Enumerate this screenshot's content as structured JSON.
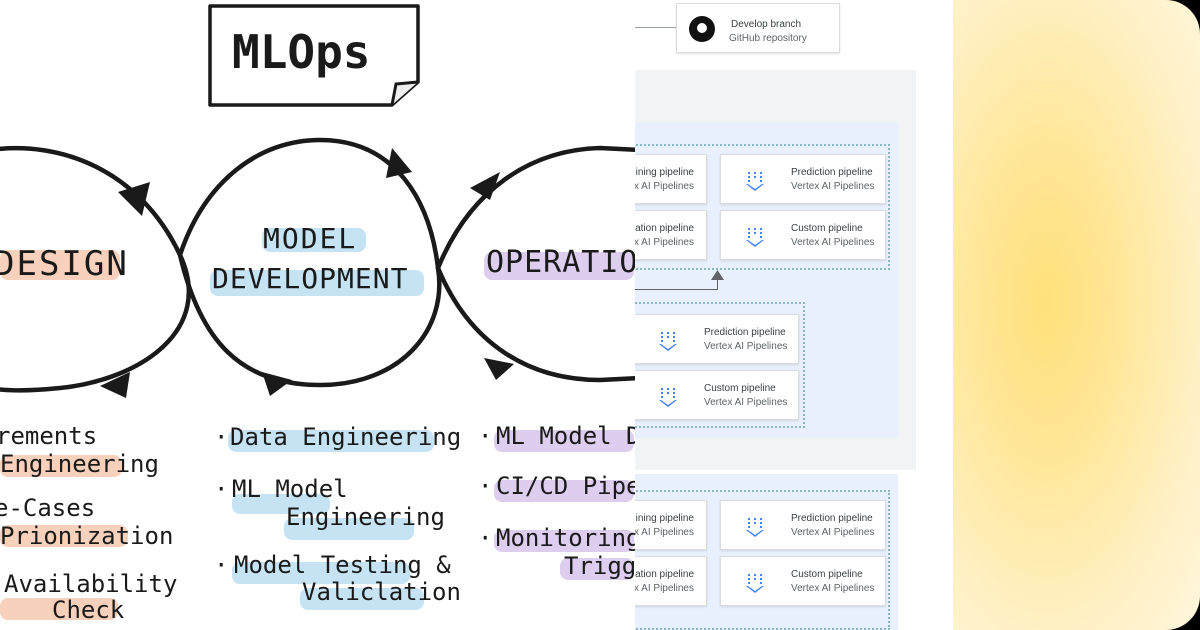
{
  "sketch": {
    "title": "MLOps",
    "stages": [
      {
        "label": "DESIGN",
        "color": "#f2b08f"
      },
      {
        "label_line1": "MODEL",
        "label_line2": "DEVELOPMENT",
        "color": "#a9d6ef"
      },
      {
        "label": "OPERATION",
        "color": "#c9b3e4"
      }
    ],
    "design_items": [
      "rements",
      "Engineering",
      "e-Cases",
      "Prionization",
      "Availability",
      "Check"
    ],
    "dev_items": [
      "Data Engineering",
      "ML Model",
      "Engineering",
      "Model Testing &",
      "Valiclation"
    ],
    "ops_items": [
      "ML Model D",
      "CI/CD Pipel",
      "Monitoring &",
      "Trigge"
    ]
  },
  "pipeline": {
    "github": {
      "line1": "Develop branch",
      "line2": "GitHub repository"
    },
    "group1": {
      "cards": [
        {
          "title": "ining pipeline",
          "sub": "Vertex AI Pipelines"
        },
        {
          "title": "Prediction pipeline",
          "sub": "Vertex AI Pipelines"
        },
        {
          "title": "luation pipeline",
          "sub": "Vertex AI Pipelines"
        },
        {
          "title": "Custom pipeline",
          "sub": "Vertex AI Pipelines"
        }
      ],
      "inner_cards": [
        {
          "title": "Prediction pipeline",
          "sub": "Vertex AI Pipelines"
        },
        {
          "title": "Custom pipeline",
          "sub": "Vertex AI Pipelines"
        }
      ]
    },
    "group2": {
      "cards": [
        {
          "title": "ining pipeline",
          "sub": "Vertex AI Pipelines"
        },
        {
          "title": "Prediction pipeline",
          "sub": "Vertex AI Pipelines"
        },
        {
          "title": "luation pipeline",
          "sub": "Vertex AI Pipelines"
        },
        {
          "title": "Custom pipeline",
          "sub": "Vertex AI Pipelines"
        }
      ]
    },
    "colors": {
      "env_gray": "#f1f3f4",
      "env_blue": "#e8f0fe",
      "border": "#dadce0",
      "icon_blue": "#4285f4"
    }
  },
  "glow": {
    "color": "#ffe07a"
  }
}
